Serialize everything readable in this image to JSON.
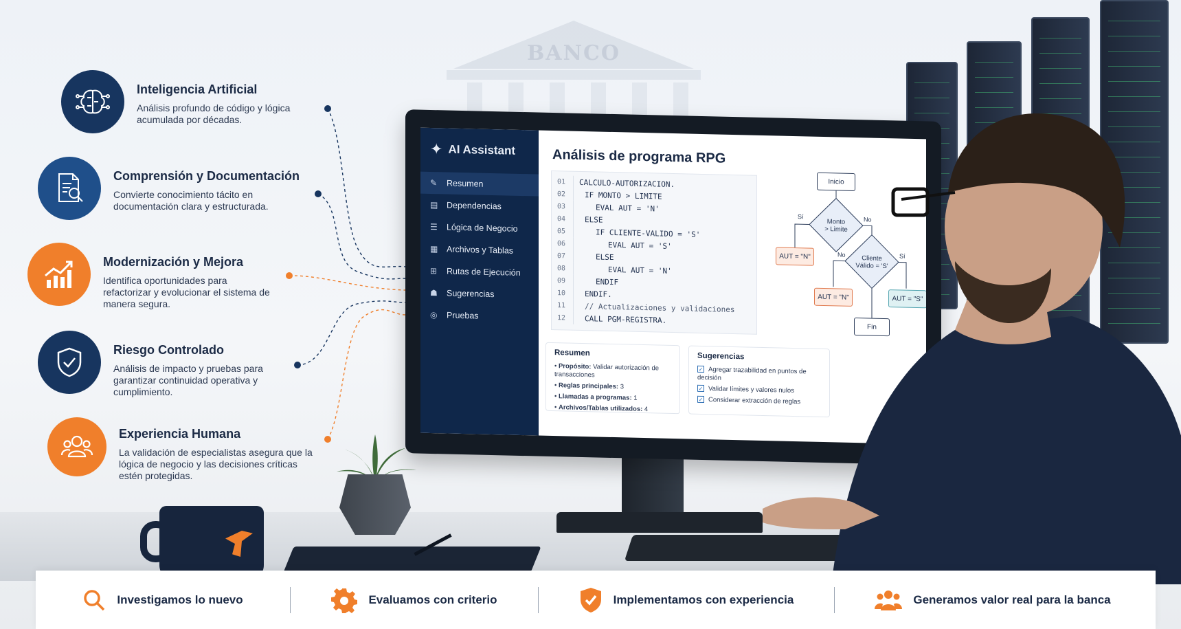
{
  "background": {
    "building_sign": "BANCO"
  },
  "features": [
    {
      "title": "Inteligencia Artificial",
      "desc": "Análisis profundo de código y lógica acumulada por décadas.",
      "icon": "ai-brain-icon"
    },
    {
      "title": "Comprensión y Documentación",
      "desc": "Convierte conocimiento tácito en documentación clara y estructurada.",
      "icon": "document-search-icon"
    },
    {
      "title": "Modernización y Mejora",
      "desc": "Identifica oportunidades para refactorizar y evolucionar el sistema de manera segura.",
      "icon": "growth-chart-icon"
    },
    {
      "title": "Riesgo Controlado",
      "desc": "Análisis de impacto y pruebas para garantizar continuidad operativa y cumplimiento.",
      "icon": "shield-check-icon"
    },
    {
      "title": "Experiencia Humana",
      "desc": "La validación de especialistas asegura que la lógica de negocio y las decisiones críticas estén protegidas.",
      "icon": "people-group-icon"
    }
  ],
  "app": {
    "brand": "AI Assistant",
    "nav": [
      {
        "label": "Resumen",
        "icon": "edit-icon",
        "active": true
      },
      {
        "label": "Dependencias",
        "icon": "doc-icon"
      },
      {
        "label": "Lógica de Negocio",
        "icon": "list-icon"
      },
      {
        "label": "Archivos y Tablas",
        "icon": "table-icon"
      },
      {
        "label": "Rutas de Ejecución",
        "icon": "path-icon"
      },
      {
        "label": "Sugerencias",
        "icon": "bulb-icon"
      },
      {
        "label": "Pruebas",
        "icon": "test-icon"
      }
    ],
    "page_title": "Análisis de programa RPG",
    "code": [
      {
        "n": "01",
        "t": "CALCULO-AUTORIZACION.",
        "indent": 0
      },
      {
        "n": "02",
        "t": "IF MONTO > LIMITE",
        "indent": 1
      },
      {
        "n": "03",
        "t": "EVAL AUT = 'N'",
        "indent": 2
      },
      {
        "n": "04",
        "t": "ELSE",
        "indent": 1
      },
      {
        "n": "05",
        "t": "IF CLIENTE-VALIDO = 'S'",
        "indent": 2
      },
      {
        "n": "06",
        "t": "EVAL AUT = 'S'",
        "indent": 3
      },
      {
        "n": "07",
        "t": "ELSE",
        "indent": 2
      },
      {
        "n": "08",
        "t": "EVAL AUT = 'N'",
        "indent": 3
      },
      {
        "n": "09",
        "t": "ENDIF",
        "indent": 2
      },
      {
        "n": "10",
        "t": "ENDIF.",
        "indent": 1
      },
      {
        "n": "11",
        "t": "// Actualizaciones y validaciones",
        "indent": 1
      },
      {
        "n": "12",
        "t": "CALL PGM-REGISTRA.",
        "indent": 1
      }
    ],
    "flow": {
      "start": "Inicio",
      "d1": "Monto\n> Limite",
      "d1_yes": "Sí",
      "d1_no": "No",
      "d1_yes_box": "AUT = \"N\"",
      "d2": "Cliente\nVálido = 'S'",
      "d2_no": "No",
      "d2_yes": "Sí",
      "d2_no_box": "AUT = \"N\"",
      "d2_yes_box": "AUT = \"S\"",
      "end": "Fin"
    },
    "summary": {
      "title": "Resumen",
      "items": [
        {
          "k": "Propósito:",
          "v": " Validar autorización de transacciones"
        },
        {
          "k": "Reglas principales:",
          "v": " 3"
        },
        {
          "k": "Llamadas a programas:",
          "v": " 1"
        },
        {
          "k": "Archivos/Tablas utilizados:",
          "v": " 4"
        }
      ]
    },
    "suggestions": {
      "title": "Sugerencias",
      "items": [
        "Agregar trazabilidad en puntos de decisión",
        "Validar límites y valores nulos",
        "Considerar extracción de reglas"
      ]
    }
  },
  "bottom_bar": [
    {
      "label": "Investigamos lo nuevo",
      "icon": "search-icon"
    },
    {
      "label": "Evaluamos con criterio",
      "icon": "gear-icon"
    },
    {
      "label": "Implementamos con experiencia",
      "icon": "shield-check-icon"
    },
    {
      "label": "Generamos valor real para la banca",
      "icon": "people-icon"
    }
  ],
  "colors": {
    "navy": "#17355f",
    "blue": "#1f4f8a",
    "orange": "#f07f2b",
    "sidebar": "#0f274a"
  }
}
